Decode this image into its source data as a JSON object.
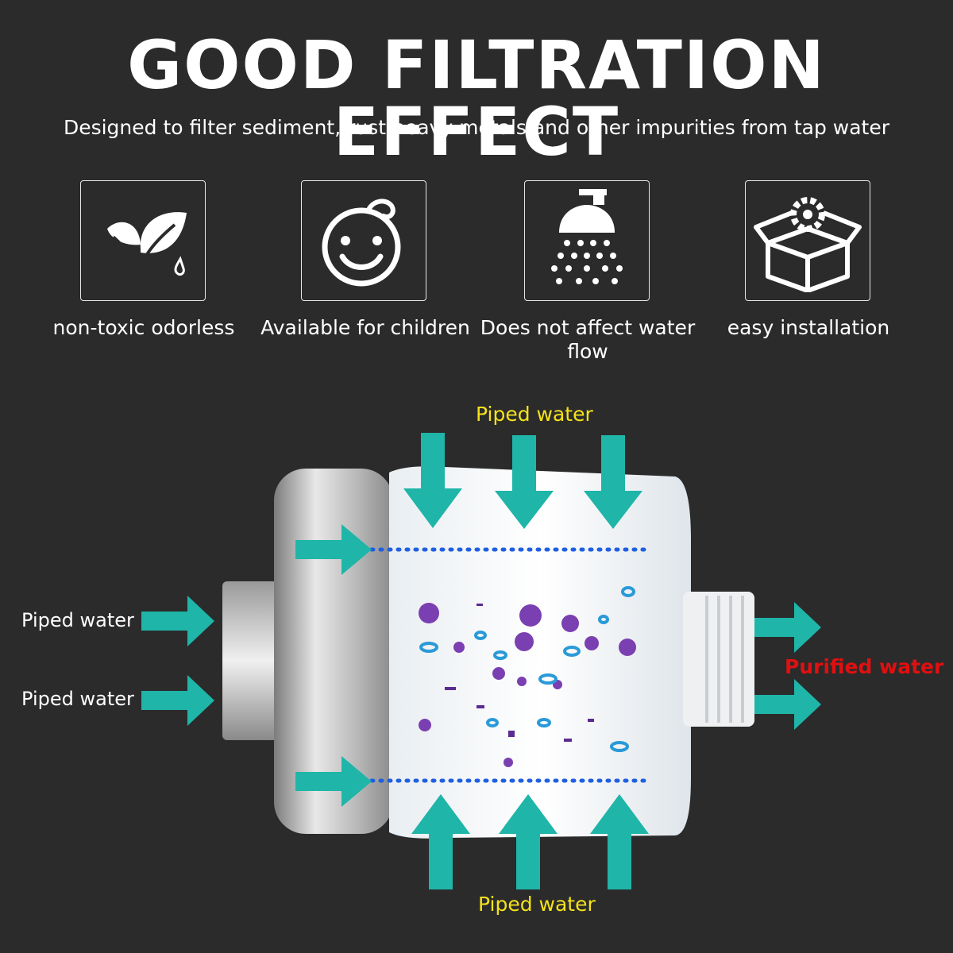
{
  "header": {
    "title": "GOOD FILTRATION EFFECT",
    "subtitle": "Designed to filter sediment, rust,heavy metals and other impurities from tap water"
  },
  "features": [
    {
      "icon": "leaf-drop-icon",
      "label": "non-toxic odorless"
    },
    {
      "icon": "baby-face-icon",
      "label": "Available for children"
    },
    {
      "icon": "shower-head-icon",
      "label": "Does not affect water flow"
    },
    {
      "icon": "box-gear-icon",
      "label": "easy installation"
    }
  ],
  "diagram": {
    "inlet_top_label": "Piped water",
    "inlet_bottom_label": "Piped water",
    "inlet_left_label_1": "Piped water",
    "inlet_left_label_2": "Piped water",
    "outlet_label": "Purified water",
    "colors": {
      "arrow": "#1fb5a8",
      "dots": "#1f5fe0",
      "particles": "#7a3fb0",
      "label_yellow": "#f4e21a",
      "label_red": "#e01010"
    }
  }
}
